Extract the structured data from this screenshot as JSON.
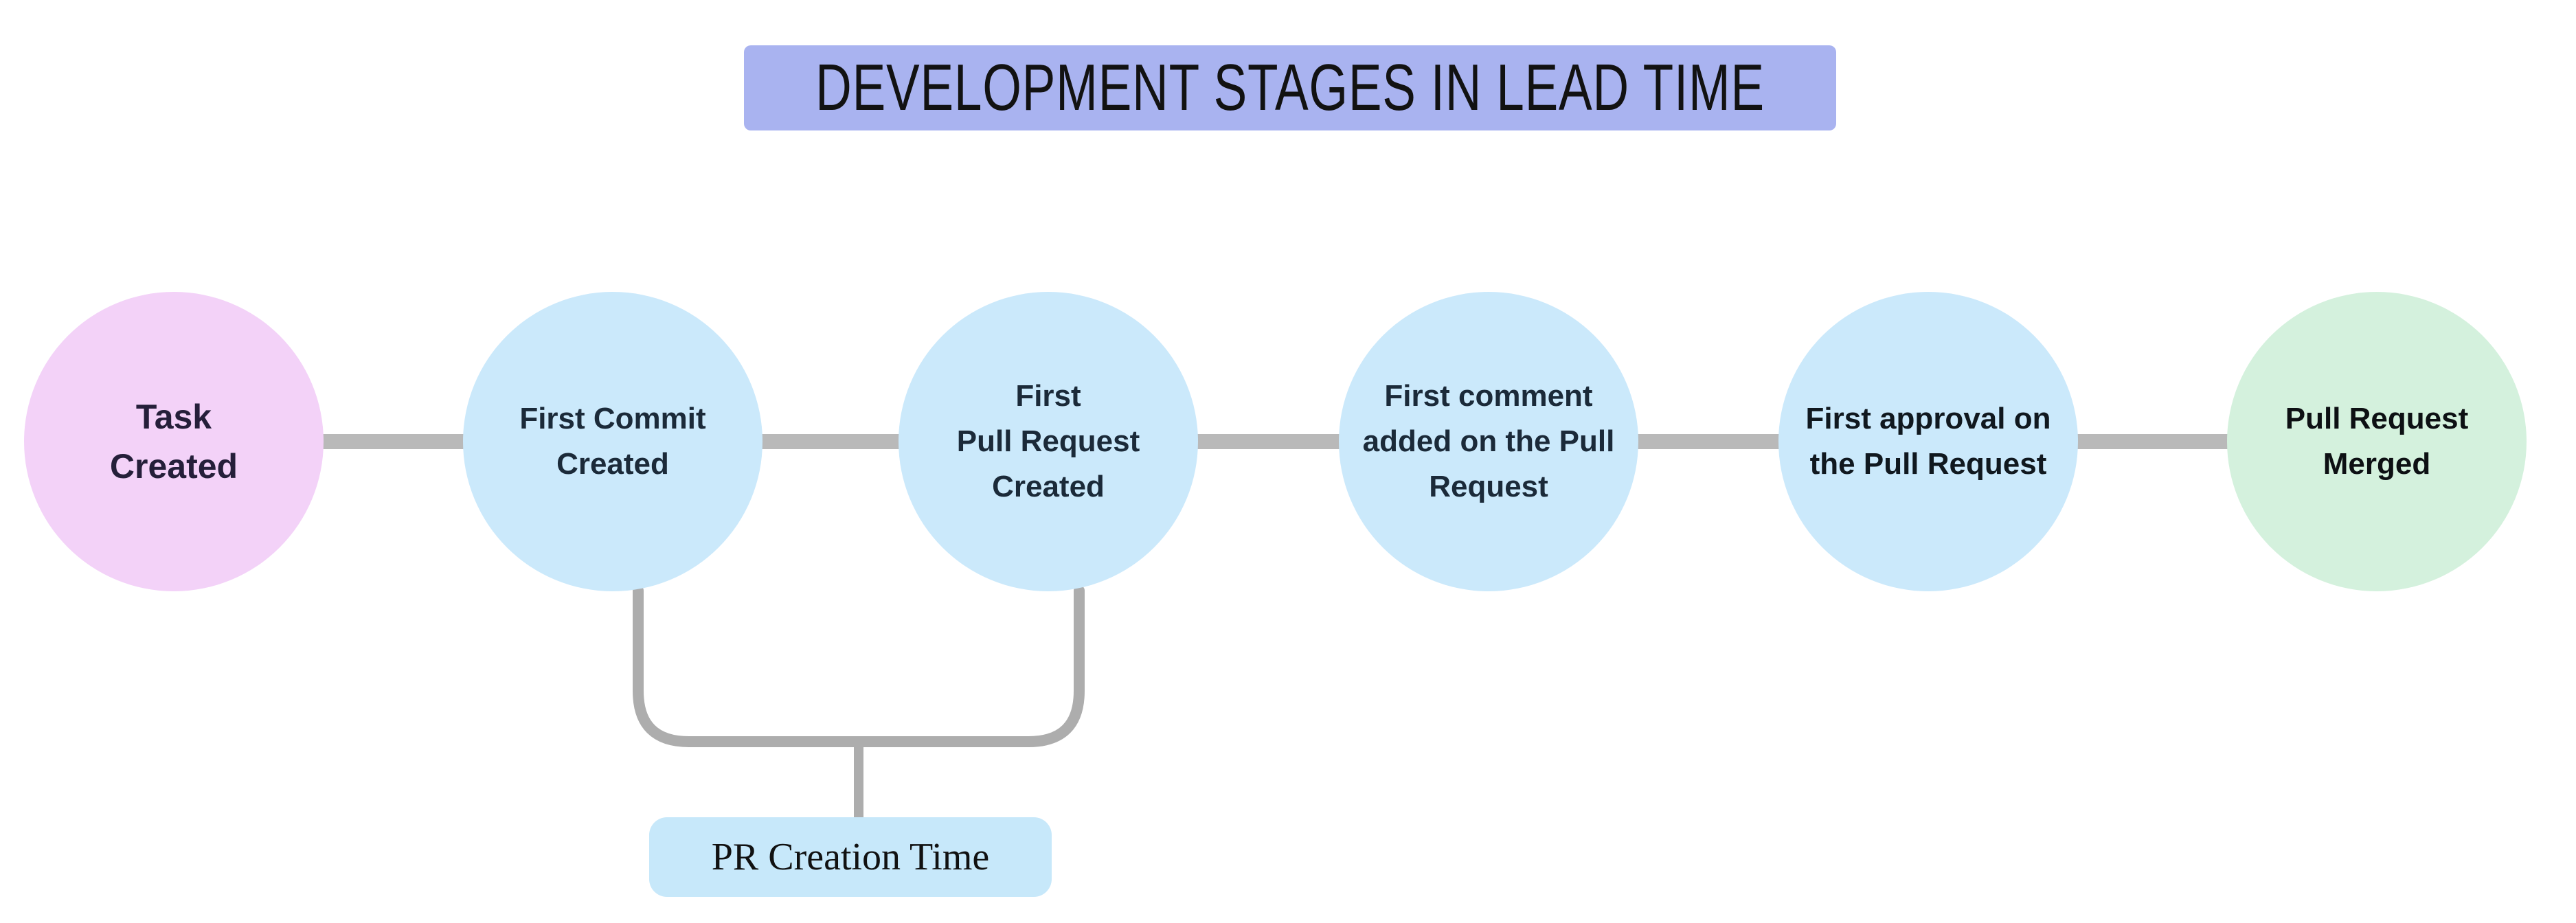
{
  "title": {
    "text": "DEVELOPMENT STAGES IN LEAD TIME",
    "bg": "#a9b3f0",
    "text_color": "#121212"
  },
  "stages": [
    {
      "label": "Task\nCreated",
      "fill": "#f3d2f8",
      "text_color": "#251f3a"
    },
    {
      "label": "First Commit\nCreated",
      "fill": "#cbe9fb",
      "text_color": "#1b2a39"
    },
    {
      "label": "First\nPull Request\nCreated",
      "fill": "#cbe9fb",
      "text_color": "#1b2a39"
    },
    {
      "label": "First comment\nadded on the Pull\nRequest",
      "fill": "#cbe9fb",
      "text_color": "#1b2a39"
    },
    {
      "label": "First approval on\nthe Pull Request",
      "fill": "#cbe9fb",
      "text_color": "#10181f"
    },
    {
      "label": "Pull Request\nMerged",
      "fill": "#d4f1dd",
      "text_color": "#0d1013"
    }
  ],
  "annotation": {
    "label": "PR Creation Time",
    "bg": "#c7e8fa",
    "text_color": "#111111"
  },
  "colors": {
    "connector": "#b9b9b9",
    "bracket": "#adadad",
    "background": "#ffffff"
  }
}
